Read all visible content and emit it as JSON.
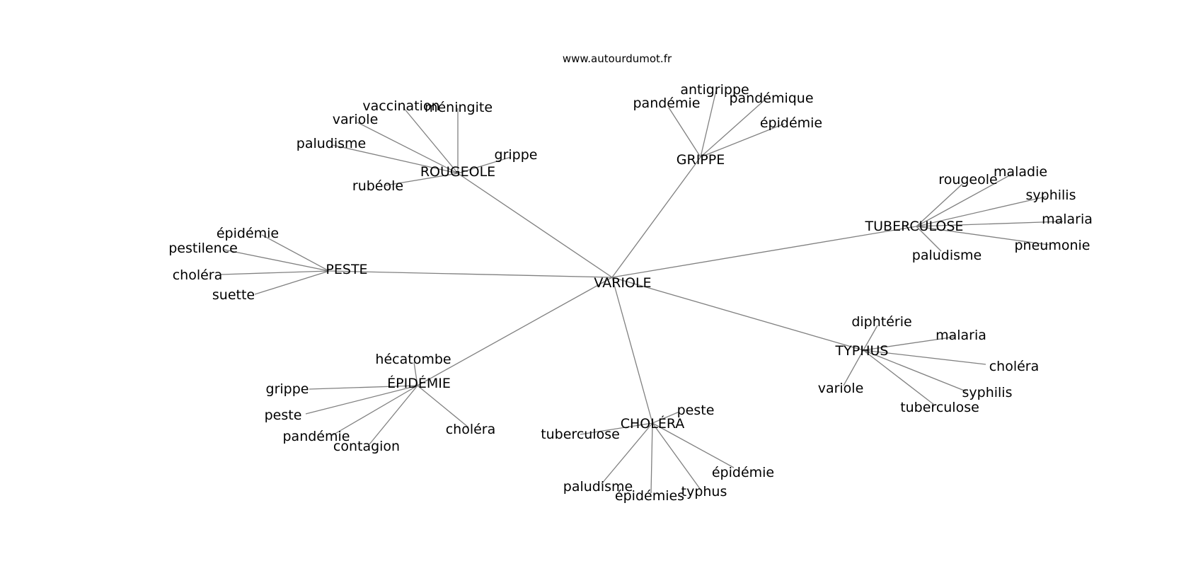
{
  "site": "www.autourdumot.fr",
  "root": "VARIOLE",
  "clusters": [
    {
      "hub": "ROUGEOLE",
      "leaves": [
        "vaccination",
        "méningite",
        "variole",
        "paludisme",
        "grippe",
        "rubéole"
      ]
    },
    {
      "hub": "GRIPPE",
      "leaves": [
        "antigrippe",
        "pandémie",
        "pandémique",
        "épidémie"
      ]
    },
    {
      "hub": "TUBERCULOSE",
      "leaves": [
        "rougeole",
        "maladie",
        "syphilis",
        "malaria",
        "pneumonie",
        "paludisme"
      ]
    },
    {
      "hub": "PESTE",
      "leaves": [
        "épidémie",
        "pestilence",
        "choléra",
        "suette"
      ]
    },
    {
      "hub": "TYPHUS",
      "leaves": [
        "diphtérie",
        "malaria",
        "choléra",
        "variole",
        "syphilis",
        "tuberculose"
      ]
    },
    {
      "hub": "ÉPIDÉMIE",
      "leaves": [
        "hécatombe",
        "grippe",
        "peste",
        "pandémie",
        "contagion",
        "choléra"
      ]
    },
    {
      "hub": "CHOLÉRA",
      "leaves": [
        "peste",
        "tuberculose",
        "épidémie",
        "paludisme",
        "épidémies",
        "typhus"
      ]
    }
  ]
}
